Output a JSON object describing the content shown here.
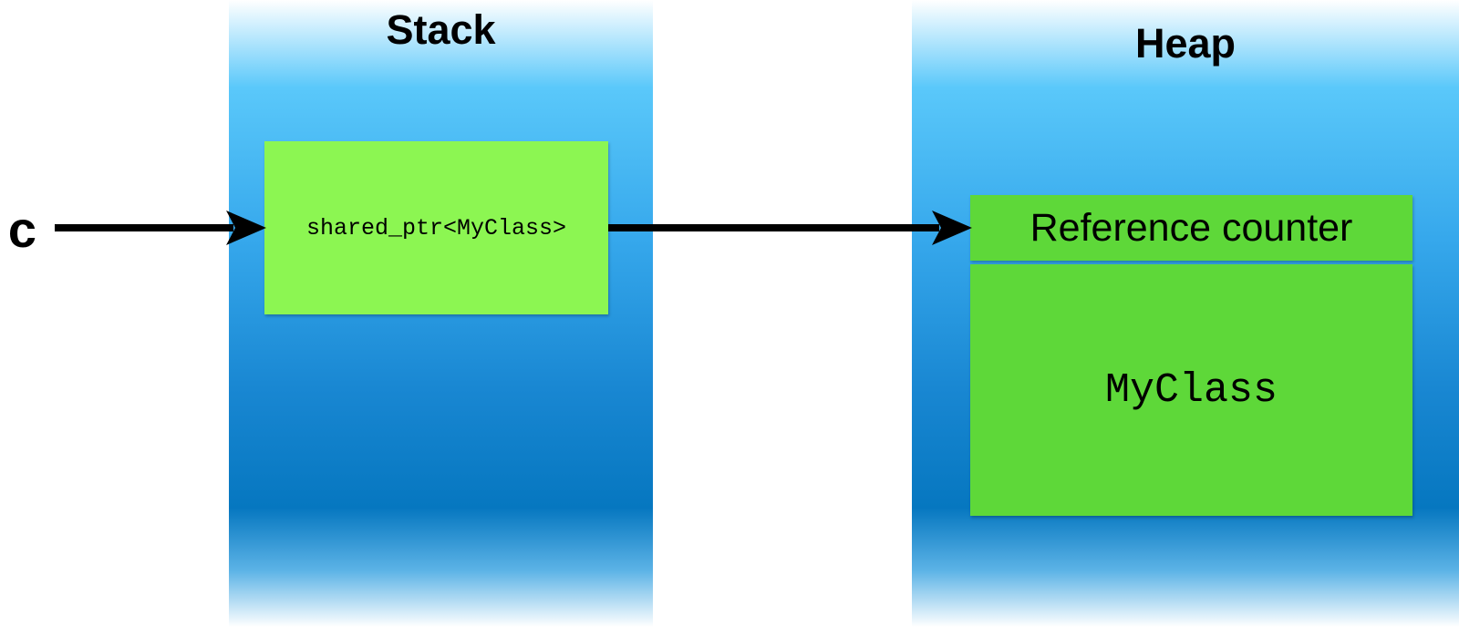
{
  "stack": {
    "title": "Stack"
  },
  "heap": {
    "title": "Heap"
  },
  "variable": {
    "label": "c"
  },
  "stack_item": {
    "label": "shared_ptr<MyClass>"
  },
  "heap_items": {
    "reference_counter": "Reference counter",
    "object": "MyClass"
  },
  "colors": {
    "memory_region_gradient": [
      "#ffffff",
      "#5ac8fa",
      "#0677c0",
      "#ffffff"
    ],
    "pointer_box": "#8cf652",
    "heap_box": "#5ed839",
    "arrow": "#000000"
  }
}
